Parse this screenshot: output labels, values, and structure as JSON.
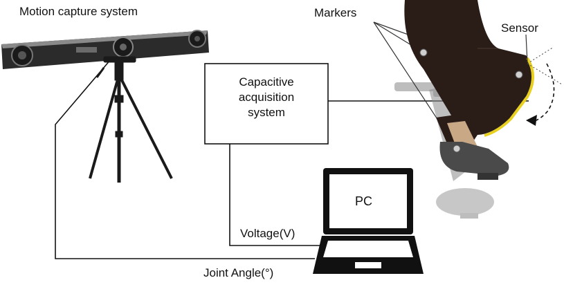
{
  "labels": {
    "motion_capture": "Motion capture system",
    "markers": "Markers",
    "sensor": "Sensor",
    "acquisition_lines": [
      "Capacitive",
      "acquisition",
      "system"
    ],
    "pc": "PC",
    "voltage": "Voltage(V)",
    "joint_angle": "Joint Angle(°)"
  },
  "colors": {
    "line": "#111111",
    "camera_body": "#2b2b2b",
    "tripod": "#1a1a1a",
    "leg": "#2a1c17",
    "shoe_top": "#4a4a4a",
    "shoe_bottom": "#9a9a9a",
    "sensor": "#e8d020",
    "joint": "#c9a886"
  }
}
